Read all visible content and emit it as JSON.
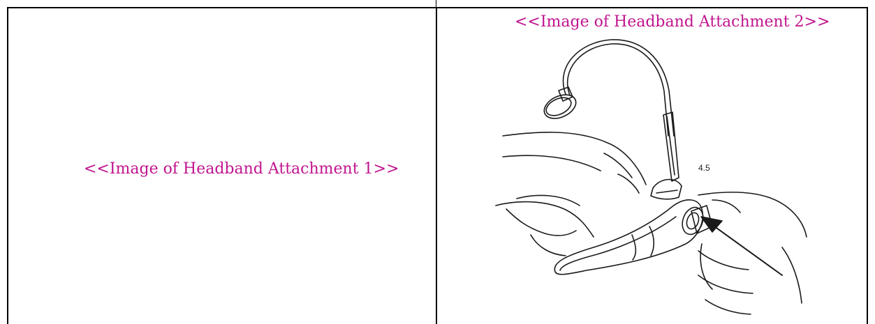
{
  "cells": {
    "left": {
      "placeholder": "<<Image of Headband Attachment 1>>"
    },
    "right": {
      "placeholder": "<<Image of Headband Attachment 2>>",
      "step_label": "4.5"
    }
  },
  "colors": {
    "placeholder_text": "#c0158f",
    "border": "#000000"
  },
  "icons": {
    "illustration": "headset-headband-attachment-drawing"
  }
}
